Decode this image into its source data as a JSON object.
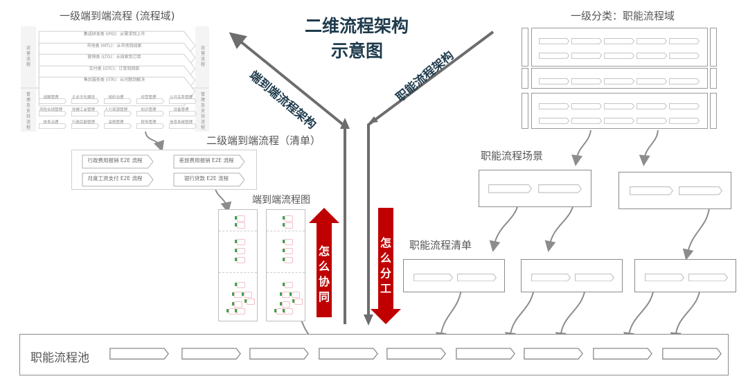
{
  "title": {
    "line1": "二维流程架构",
    "line2": "示意图"
  },
  "axis_labels": {
    "e2e_architecture": "端到端流程架构",
    "functional_architecture": "职能流程架构"
  },
  "level1_e2e": {
    "heading": "一级端到端流程 (流程域)",
    "side_label_operations": "运营流程",
    "side_label_management": "管理及支持流程",
    "operation_rows": [
      "集成研发类 (IPD)：从需求到上市",
      "市场类 (MTL)：从市场到线索",
      "营销类 (LTO)：从线索到订单",
      "交付类 (OTC)：订单到回款",
      "售后服务类 (ITR)：从问题到解决"
    ],
    "management_cells": [
      [
        "战略管理",
        "企业文化建设",
        "组织治理",
        "经营管理",
        "公共关系管理"
      ],
      [
        "风险合规管理",
        "党建工会管理",
        "人力资源管理",
        "知识管理",
        "设备管理"
      ],
      [
        "体系治理",
        "行政后勤管理",
        "采购管理",
        "财务管理",
        "信息系统管理"
      ]
    ]
  },
  "level2_e2e": {
    "heading": "二级端到端流程（清单）",
    "items": [
      "行政费用报销 E2E 流程",
      "差旅费用报销 E2E 流程",
      "月度工资支付 E2E 流程",
      "银行贷款 E2E 流程"
    ]
  },
  "e2e_diagram": {
    "heading": "端到端流程图"
  },
  "red_arrows": {
    "up_label": "怎么协同",
    "down_label": "怎么分工",
    "color": "#c00000"
  },
  "functional_domain": {
    "heading": "一级分类：职能流程域"
  },
  "functional_scenario": {
    "heading": "职能流程场景"
  },
  "functional_list": {
    "heading": "职能流程清单"
  },
  "functional_pool": {
    "heading": "职能流程池"
  },
  "colors": {
    "title": "#1f3b4d",
    "arrow_gray": "#6d6d6d",
    "connector_gray": "#8c8c8c",
    "box_border": "#8a8a8a"
  }
}
